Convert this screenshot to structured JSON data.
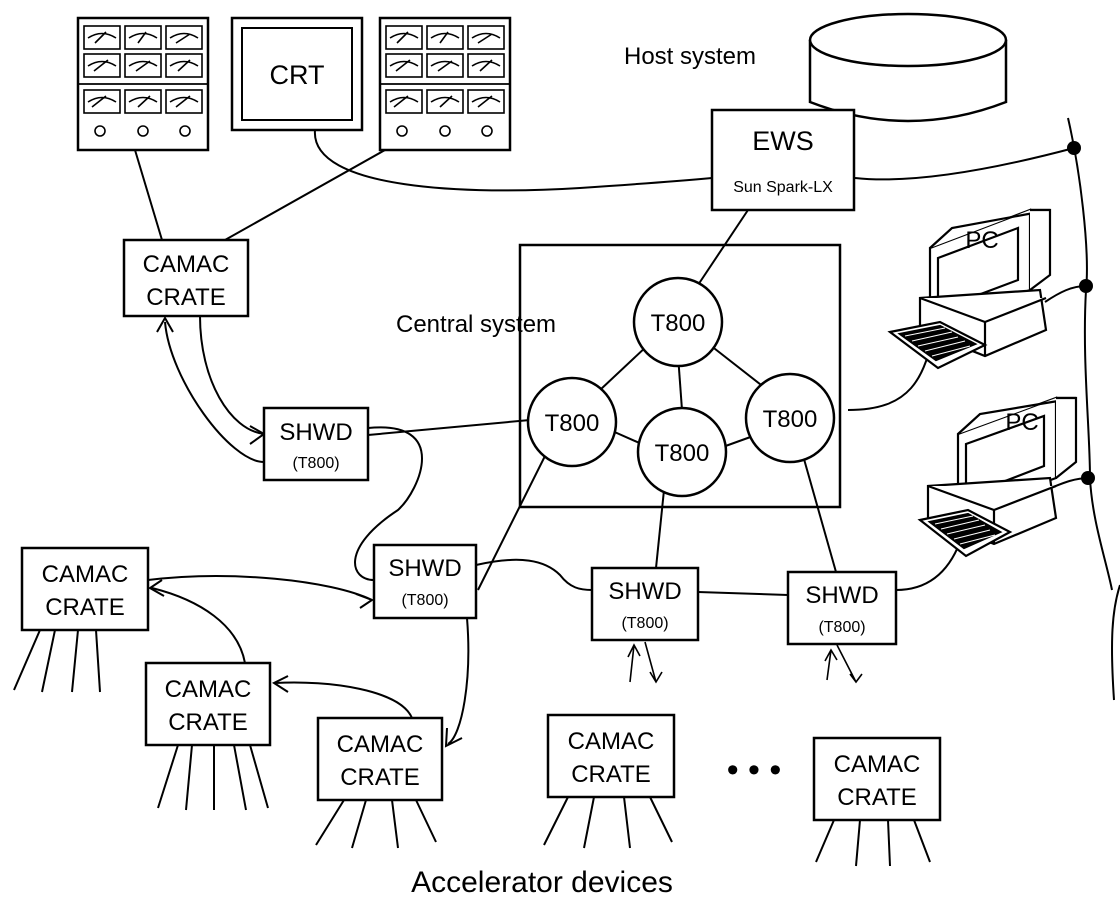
{
  "labels": {
    "host_system": "Host system",
    "central_system": "Central system",
    "accelerator_devices": "Accelerator devices",
    "crt": "CRT",
    "ews_name": "EWS",
    "ews_model": "Sun Spark-LX",
    "pc": "PC",
    "t800": "T800",
    "shwd": "SHWD",
    "shwd_sub": "(T800)",
    "camac_line1": "CAMAC",
    "camac_line2": "CRATE",
    "ellipsis": "• • •"
  }
}
